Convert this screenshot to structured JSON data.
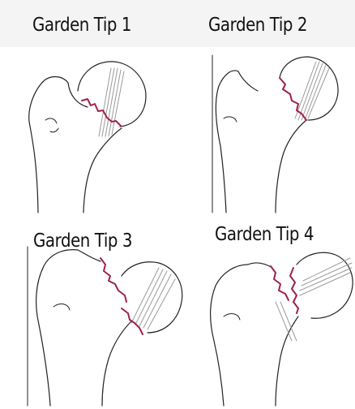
{
  "panels": [
    {
      "title": "Garden Tip 1"
    },
    {
      "title": "Garden Tip 2"
    },
    {
      "title": "Garden Tip 3"
    },
    {
      "title": "Garden Tip 4"
    }
  ],
  "colors": {
    "bone_outline": "#222222",
    "fracture_line": "#a0204e",
    "trabecular_lines": "#9a9a9a",
    "header_band": "#f4f4f4"
  }
}
